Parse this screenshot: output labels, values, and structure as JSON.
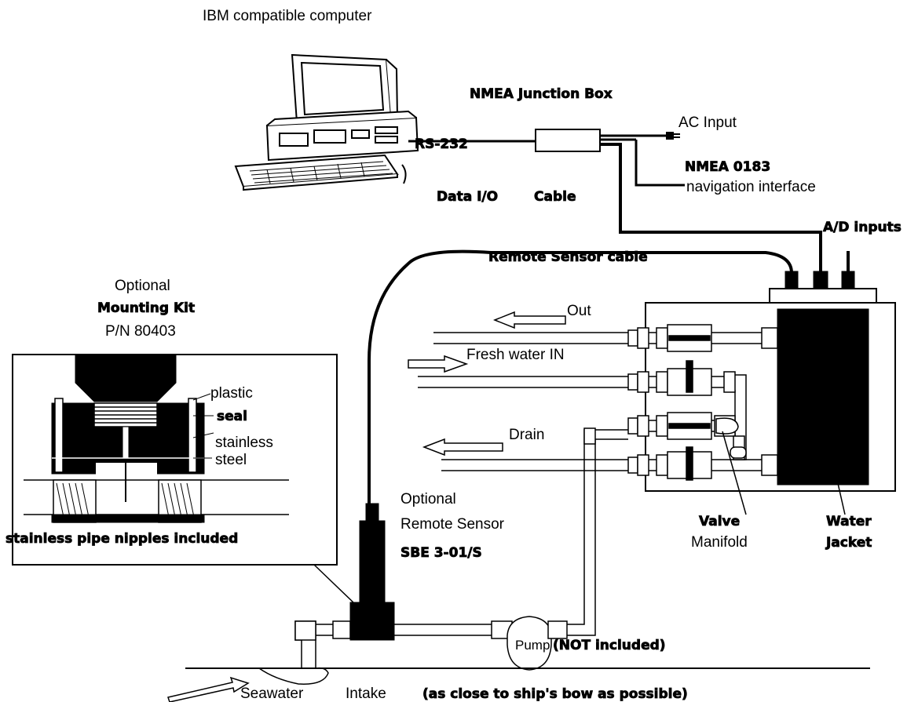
{
  "labels": {
    "computer": "IBM compatible computer",
    "junction_box": "NMEA Junction Box",
    "ac_input": "AC Input",
    "rs232": "RS-232",
    "nmea_0183": "NMEA 0183",
    "navigation_interface": "navigation interface",
    "data_io": "Data I/O",
    "cable": "Cable",
    "ad_inputs": "A/D inputs",
    "remote_sensor_cable": "Remote Sensor cable",
    "optional_1": "Optional",
    "mounting_kit": "Mounting Kit",
    "part_number": "P/N 80403",
    "out": "Out",
    "fresh_water_in": "Fresh water IN",
    "drain": "Drain",
    "plastic": "plastic",
    "seal": "seal",
    "stainless": "stainless",
    "steel": "steel",
    "pipe_nipples": "stainless pipe nipples included",
    "optional_2": "Optional",
    "remote_sensor": "Remote Sensor",
    "sensor_model": "SBE 3-01/S",
    "valve": "Valve",
    "manifold": "Manifold",
    "water": "Water",
    "jacket": "Jacket",
    "pump": "Pump",
    "not_included": "(NOT included)",
    "seawater": "Seawater",
    "intake": "Intake",
    "intake_note": "(as close to ship's bow as possible)"
  }
}
